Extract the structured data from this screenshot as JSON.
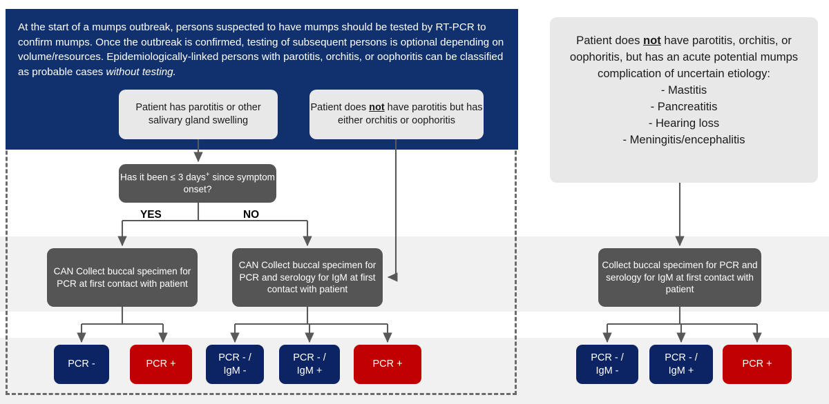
{
  "header": {
    "text": "At the start of a mumps outbreak, persons suspected to have mumps should be tested by RT-PCR to confirm mumps. Once the outbreak is confirmed, testing of subsequent persons is optional depending on volume/resources. Epidemiologically-linked persons with parotitis, orchitis, or oophoritis can be classified as probable cases ",
    "text_italic_tail": "without testing.",
    "background_color": "#10306e"
  },
  "entry_boxes": {
    "parotitis": "Patient has parotitis or other salivary gland swelling",
    "orchitis_pre": "Patient does ",
    "orchitis_not": "not",
    "orchitis_post": " have parotitis but has either orchitis or oophoritis"
  },
  "right_panel": {
    "lead_pre": "Patient does ",
    "lead_not": "not",
    "lead_post": " have parotitis, orchitis, or oophoritis, but has an acute potential mumps complication of uncertain etiology:",
    "items": [
      "-   Mastitis",
      "-   Pancreatitis",
      "-   Hearing loss",
      "-   Meningitis/encephalitis"
    ]
  },
  "decision": {
    "text_pre": "Has it been ",
    "text_symbol": "≤ 3 days",
    "superscript": "+",
    "text_post": " since symptom onset?",
    "yes_label": "YES",
    "no_label": "NO"
  },
  "actions": {
    "can_pcr": "CAN Collect buccal specimen for PCR at first contact with patient",
    "can_pcr_igm": "CAN Collect buccal specimen for PCR and serology for IgM at first contact with patient",
    "collect_right": "Collect buccal specimen for PCR and serology for IgM at first contact with patient"
  },
  "results": {
    "left_branch": [
      {
        "line1": "PCR -",
        "line2": "",
        "color": "#0d2464",
        "kind": "navy"
      },
      {
        "line1": "PCR +",
        "line2": "",
        "color": "#c00000",
        "kind": "red"
      }
    ],
    "middle_branch": [
      {
        "line1": "PCR - /",
        "line2": "IgM -",
        "color": "#0d2464",
        "kind": "navy"
      },
      {
        "line1": "PCR - /",
        "line2": "IgM +",
        "color": "#0d2464",
        "kind": "navy"
      },
      {
        "line1": "PCR +",
        "line2": "",
        "color": "#c00000",
        "kind": "red"
      }
    ],
    "right_branch": [
      {
        "line1": "PCR - /",
        "line2": "IgM -",
        "color": "#0d2464",
        "kind": "navy"
      },
      {
        "line1": "PCR - /",
        "line2": "IgM +",
        "color": "#0d2464",
        "kind": "navy"
      },
      {
        "line1": "PCR +",
        "line2": "",
        "color": "#c00000",
        "kind": "red"
      }
    ]
  },
  "palette": {
    "navy": "#0d2464",
    "header_navy": "#10306e",
    "red": "#c00000",
    "gray_box": "#555555",
    "light_box": "#e8e8e8",
    "band": "#f1f1f1",
    "connector": "#595959",
    "dashed_border": "#6b6b6b"
  }
}
